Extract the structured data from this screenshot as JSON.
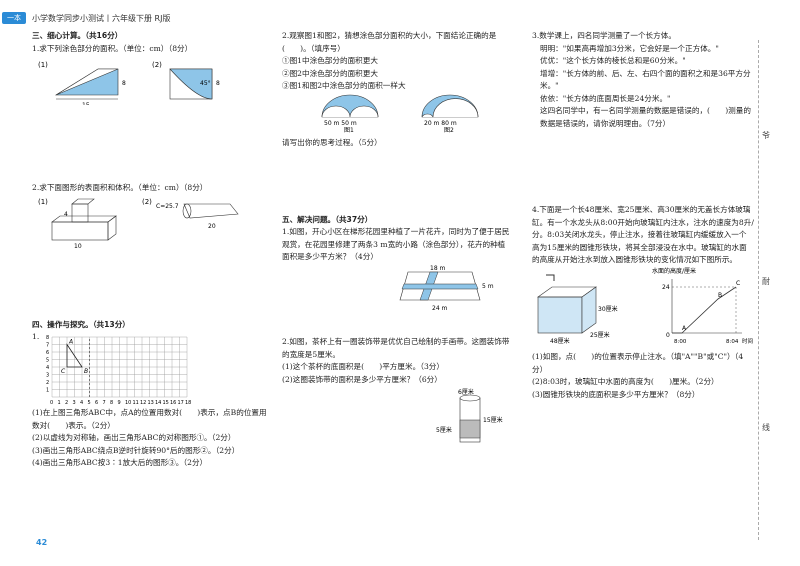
{
  "header": {
    "badge": "一本",
    "title": "小学数学同步小测试丨六年级下册 RJ版"
  },
  "left": {
    "s3_title": "三、细心计算。（共16分）",
    "q1": "1.求下列涂色部分的面积。（单位：cm）（8分）",
    "q1_labels": {
      "n1": "(1)",
      "n2": "(2)",
      "a": "8",
      "b": "15",
      "c": "45°",
      "d": "8"
    },
    "q2": "2.求下面图形的表面积和体积。（单位：cm）（8分）",
    "q2_labels": {
      "n1": "(1)",
      "n2": "(2)",
      "a": "4",
      "b": "10",
      "c": "C=25.7",
      "d": "20"
    },
    "s4_title": "四、操作与探究。（共13分）",
    "grid_label": "1.",
    "grid_pts": {
      "a": "A",
      "b": "B",
      "c": "C"
    },
    "grid_x": [
      "0",
      "1",
      "2",
      "3",
      "4",
      "5",
      "6",
      "7",
      "8",
      "9",
      "10",
      "11",
      "12",
      "13",
      "14",
      "15",
      "16",
      "17",
      "18"
    ],
    "grid_y": [
      "1",
      "2",
      "3",
      "4",
      "5",
      "6",
      "7",
      "8"
    ],
    "items": [
      "(1)在上图三角形ABC中，点A的位置用数对(　　)表示，点B的位置用数对(　　)表示。（2分）",
      "(2)以虚线为对称轴，画出三角形ABC的对称图形①。（2分）",
      "(3)画出三角形ABC绕点B逆时针旋转90°后的图形②。（2分）",
      "(4)画出三角形ABC按3∶1放大后的图形③。（2分）"
    ]
  },
  "mid": {
    "q2a": "2.观察图1和图2，猜想涂色部分面积的大小，下面结论正确的是(　　)。（填序号）",
    "opts": [
      "①图1中涂色部分的面积更大",
      "②图2中涂色部分的面积更大",
      "③图1和图2中涂色部分的面积一样大"
    ],
    "fig_labels": {
      "f1": "50 m  50 m",
      "f1n": "图1",
      "f2": "20 m  80 m",
      "f2n": "图2"
    },
    "explain": "请写出你的思考过程。（5分）",
    "s5_title": "五、解决问题。（共37分）",
    "p1": "1.如图，开心小区在梯形花园里种植了一片花卉，同时为了便于居民观赏，在花园里修建了两条3 m宽的小路（涂色部分），花卉的种植面积是多少平方米？（4分）",
    "p1_labels": {
      "a": "18 m",
      "b": "5 m",
      "c": "24 m"
    },
    "p2": "2.如图，茶杯上有一圈装饰带是优优自己绘制的手画带。这圈装饰带的宽度是5厘米。",
    "p2_items": [
      "(1)这个茶杯的底面积是(　　)平方厘米。（3分）",
      "(2)这圈装饰带的面积是多少平方厘米？（6分）"
    ],
    "cup_labels": {
      "a": "6厘米",
      "b": "15厘米",
      "c": "5厘米"
    }
  },
  "right": {
    "q3": [
      "3.数学课上，四名同学测量了一个长方体。",
      "明明：\"如果高再增加3分米，它会好是一个正方体。\"",
      "优优：\"这个长方体的棱长总和是60分米。\"",
      "增增：\"长方体的前、后、左、右四个面的面积之和是36平方分米。\"",
      "依依：\"长方体的底面周长是24分米。\"",
      "这四名同学中，有一名同学测量的数据是错误的，(　　)测量的数据是错误的，请你说明理由。（7分）"
    ],
    "q4": "4.下面是一个长48厘米、宽25厘米、高30厘米的无盖长方体玻璃缸。有一个水龙头从8:00开始向玻璃缸内注水，注水的速度为8升/分。8:03关闭水龙头，停止注水，接着往玻璃缸内缓缓放入一个高为15厘米的圆锥形铁块，将其全部浸没在水中。玻璃缸的水面的高度从开始注水到放入圆锥形铁块的变化情况如下图所示。",
    "graph_title": "水面的高度/厘米",
    "graph_labels": {
      "y1": "24",
      "y0": "0",
      "x0": "8:00",
      "x1": "8:04",
      "xl": "时间",
      "a": "A",
      "b": "B",
      "c": "C"
    },
    "tank_labels": {
      "h": "30厘米",
      "l": "48厘米",
      "w": "25厘米"
    },
    "items": [
      "(1)如图，点(　　)的位置表示停止注水。（填\"A\"\"B\"或\"C\"）（4分）",
      "(2)8:03时，玻璃缸中水面的高度为(　　)厘米。（2分）",
      "(3)圆锥形铁块的底面积是多少平方厘米？（8分）"
    ]
  },
  "side": {
    "c1": "爷",
    "c2": "耐",
    "c3": "线"
  },
  "page_num": "42"
}
